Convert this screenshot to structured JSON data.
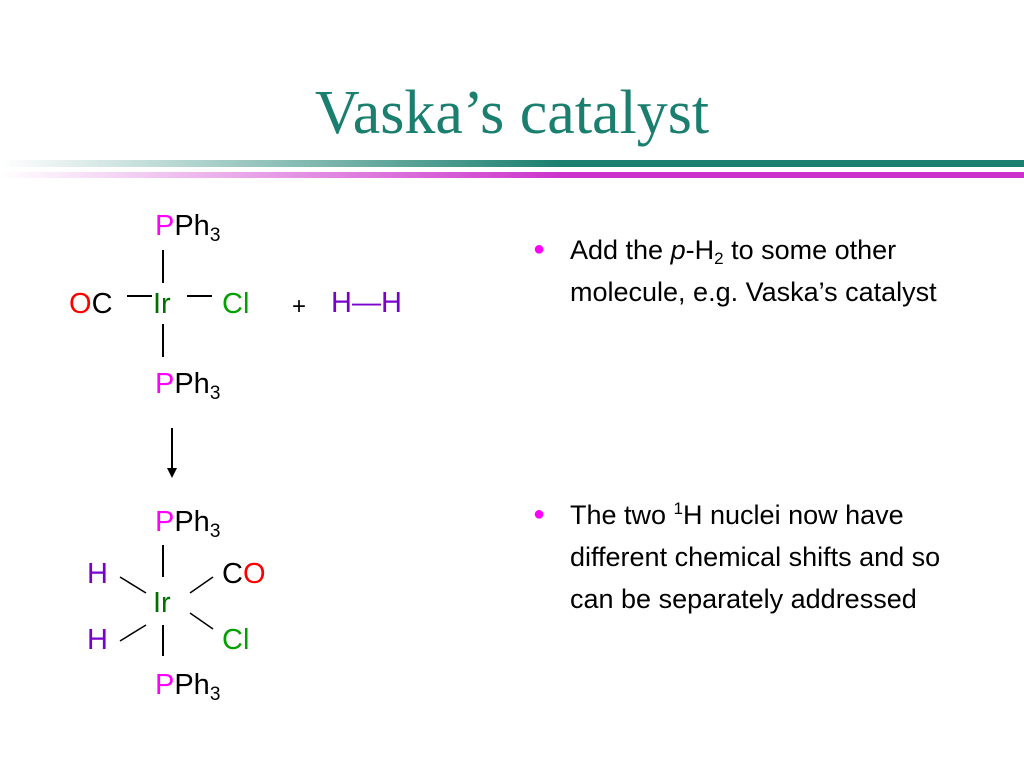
{
  "title": "Vaska’s catalyst",
  "colors": {
    "title": "#1a7f6e",
    "phosphorus": "#ff00ff",
    "oxygen": "#ff0000",
    "chlorine": "#00a000",
    "iridium": "#007000",
    "hydrogen": "#7a00cc",
    "bar_teal": "#1a7f6e",
    "bar_magenta": "#cc33cc"
  },
  "reactant": {
    "top_ligand": {
      "atom": "P",
      "rest": "Ph",
      "sub": "3"
    },
    "left_ligand": {
      "o": "O",
      "c": "C"
    },
    "metal": "Ir",
    "right_ligand": "Cl",
    "bottom_ligand": {
      "atom": "P",
      "rest": "Ph",
      "sub": "3"
    },
    "plus": "+",
    "dihydrogen": "H—H"
  },
  "product": {
    "top_ligand": {
      "atom": "P",
      "rest": "Ph",
      "sub": "3"
    },
    "h_upper": "H",
    "h_lower": "H",
    "metal": "Ir",
    "co": {
      "c": "C",
      "o": "O"
    },
    "cl": "Cl",
    "bottom_ligand": {
      "atom": "P",
      "rest": "Ph",
      "sub": "3"
    }
  },
  "bullets": {
    "b1": {
      "pre": "Add the ",
      "italic": "p",
      "mid": "-H",
      "sub": "2",
      "post": " to some other molecule, e.g. Vaska’s catalyst"
    },
    "b2": {
      "pre": "The two ",
      "sup": "1",
      "post": "H nuclei now have different chemical shifts and so can be separately addressed"
    },
    "marker": "●"
  }
}
